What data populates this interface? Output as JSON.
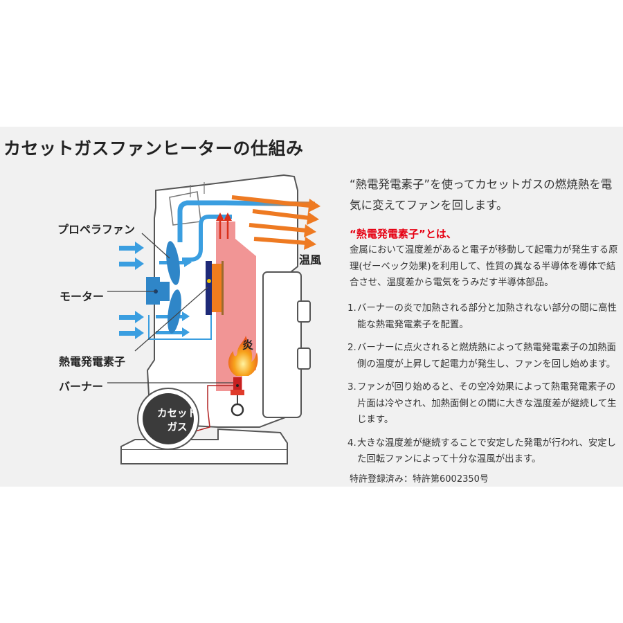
{
  "title": "カセットガスファンヒーターの仕組み",
  "labels": {
    "propeller_fan": "プロペラファン",
    "motor": "モーター",
    "thermo_element": "熱電発電素子",
    "burner": "バーナー",
    "warm_air": "温風",
    "flame": "炎",
    "cassette_line1": "カセット",
    "cassette_line2": "ガス"
  },
  "intro": "“熱電発電素子”を使ってカセットガスの燃焼熱を電気に変えてファンを回します。",
  "subhead": "“熱電発電素子”とは、",
  "explanation": "金属において温度差があると電子が移動して起電力が発生する原理(ゼーベック効果)を利用して、性質の異なる半導体を導体で結合させ、温度差から電気をうみだす半導体部品。",
  "steps": [
    {
      "num": "1.",
      "text": "バーナーの炎で加熱される部分と加熱されない部分の間に高性能な熱電発電素子を配置。"
    },
    {
      "num": "2.",
      "text": "バーナーに点火されると燃焼熱によって熱電発電素子の加熱面側の温度が上昇して起電力が発生し、ファンを回し始めます。"
    },
    {
      "num": "3.",
      "text": "ファンが回り始めると、その空冷効果によって熱電発電素子の片面は冷やされ、加熱面側との間に大きな温度差が継続して生じます。"
    },
    {
      "num": "4.",
      "text": "大きな温度差が継続することで安定した発電が行われ、安定した回転ファンによって十分な温風が出ます。"
    }
  ],
  "patent": "特許登録済み：特許第6002350号",
  "colors": {
    "cool_air": "#3a9ee0",
    "warm_air": "#ee7a22",
    "heat_zone": "#f08a8a",
    "thermo_blue": "#1e2a78",
    "thermo_orange": "#f07c1e",
    "highlight_red": "#e60012",
    "cassette": "#3b3b3b"
  }
}
